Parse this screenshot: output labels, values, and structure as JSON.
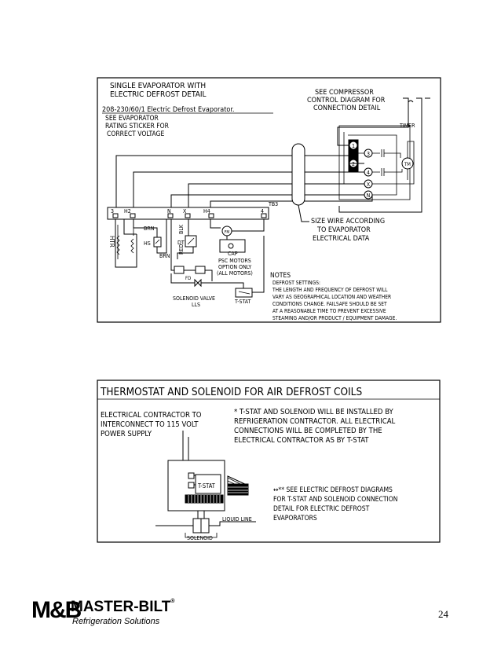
{
  "diagram1": {
    "title_line1": "SINGLE EVAPORATOR WITH",
    "title_line2": "ELECTRIC DEFROST DETAIL",
    "subtitle": "208-230/60/1 Electric Defrost Evaporator.",
    "rating_note": [
      "SEE EVAPORATOR",
      "RATING STICKER FOR",
      "CORRECT VOLTAGE"
    ],
    "compressor_note": [
      "SEE COMPRESSOR",
      "CONTROL DIAGRAM FOR",
      "CONNECTION DETAIL"
    ],
    "timer_label": "TIMER",
    "timer_terminals": [
      "1",
      "2",
      "3",
      "4",
      "X",
      "N"
    ],
    "tm_label": "TM",
    "tb_label": "TB3",
    "terminals": [
      "3",
      "H2",
      "N",
      "X",
      "H4",
      "4"
    ],
    "htr_label": "HTR",
    "hs_label": "HS",
    "brn_label": "BRN",
    "blk_label": "BLK",
    "red_label": "RED",
    "dt_label": "DT",
    "fm_label": "FM",
    "cap_label": "CAP",
    "psc_note": [
      "PSC MOTORS",
      "OPTION ONLY",
      "(ALL MOTORS)"
    ],
    "fd_label": "FD",
    "solenoid_label": [
      "SOLENOID VALVE",
      "LLS"
    ],
    "tstat_label": "T-STAT",
    "size_wire_note": [
      "SIZE WIRE ACCORDING",
      "TO EVAPORATOR",
      "ELECTRICAL DATA"
    ],
    "notes_title": "NOTES",
    "notes_lines": [
      "DEFROST SETTINGS:",
      "THE LENGTH AND FREQUENCY OF DEFROST WILL",
      "VARY AS GEOGRAPHICAL LOCATION AND WEATHER",
      "CONDITIONS CHANGE. FAILSAFE SHOULD BE SET",
      "AT A REASONABLE TIME TO PREVENT EXCESSIVE",
      "STEAMING AND/OR PRODUCT / EQUIPMENT DAMAGE."
    ]
  },
  "diagram2": {
    "title": "THERMOSTAT AND SOLENOID FOR AIR DEFROST COILS",
    "electrical_note": [
      "ELECTRICAL CONTRACTOR TO",
      "INTERCONNECT TO 115 VOLT",
      "POWER SUPPLY"
    ],
    "install_note": [
      "* T-STAT AND SOLENOID WILL BE INSTALLED BY",
      "REFRIGERATION CONTRACTOR.  ALL ELECTRICAL",
      "CONNECTIONS WILL BE COMPLETED BY THE",
      "ELECTRICAL CONTRACTOR AS BY T-STAT"
    ],
    "tstat_label": "T-STAT",
    "liquid_line_label": "LIQUID LINE",
    "solenoid_label": "SOLENOID",
    "see_note": [
      "↔** SEE ELECTRIC DEFROST DIAGRAMS",
      "FOR T-STAT AND SOLENOID CONNECTION",
      "DETAIL FOR ELECTRIC DEFROST",
      "EVAPORATORS"
    ]
  },
  "footer": {
    "logo_mark": "M&B",
    "logo_name": "MASTER-BILT",
    "logo_tagline": "Refrigeration Solutions",
    "page_number": "24"
  }
}
